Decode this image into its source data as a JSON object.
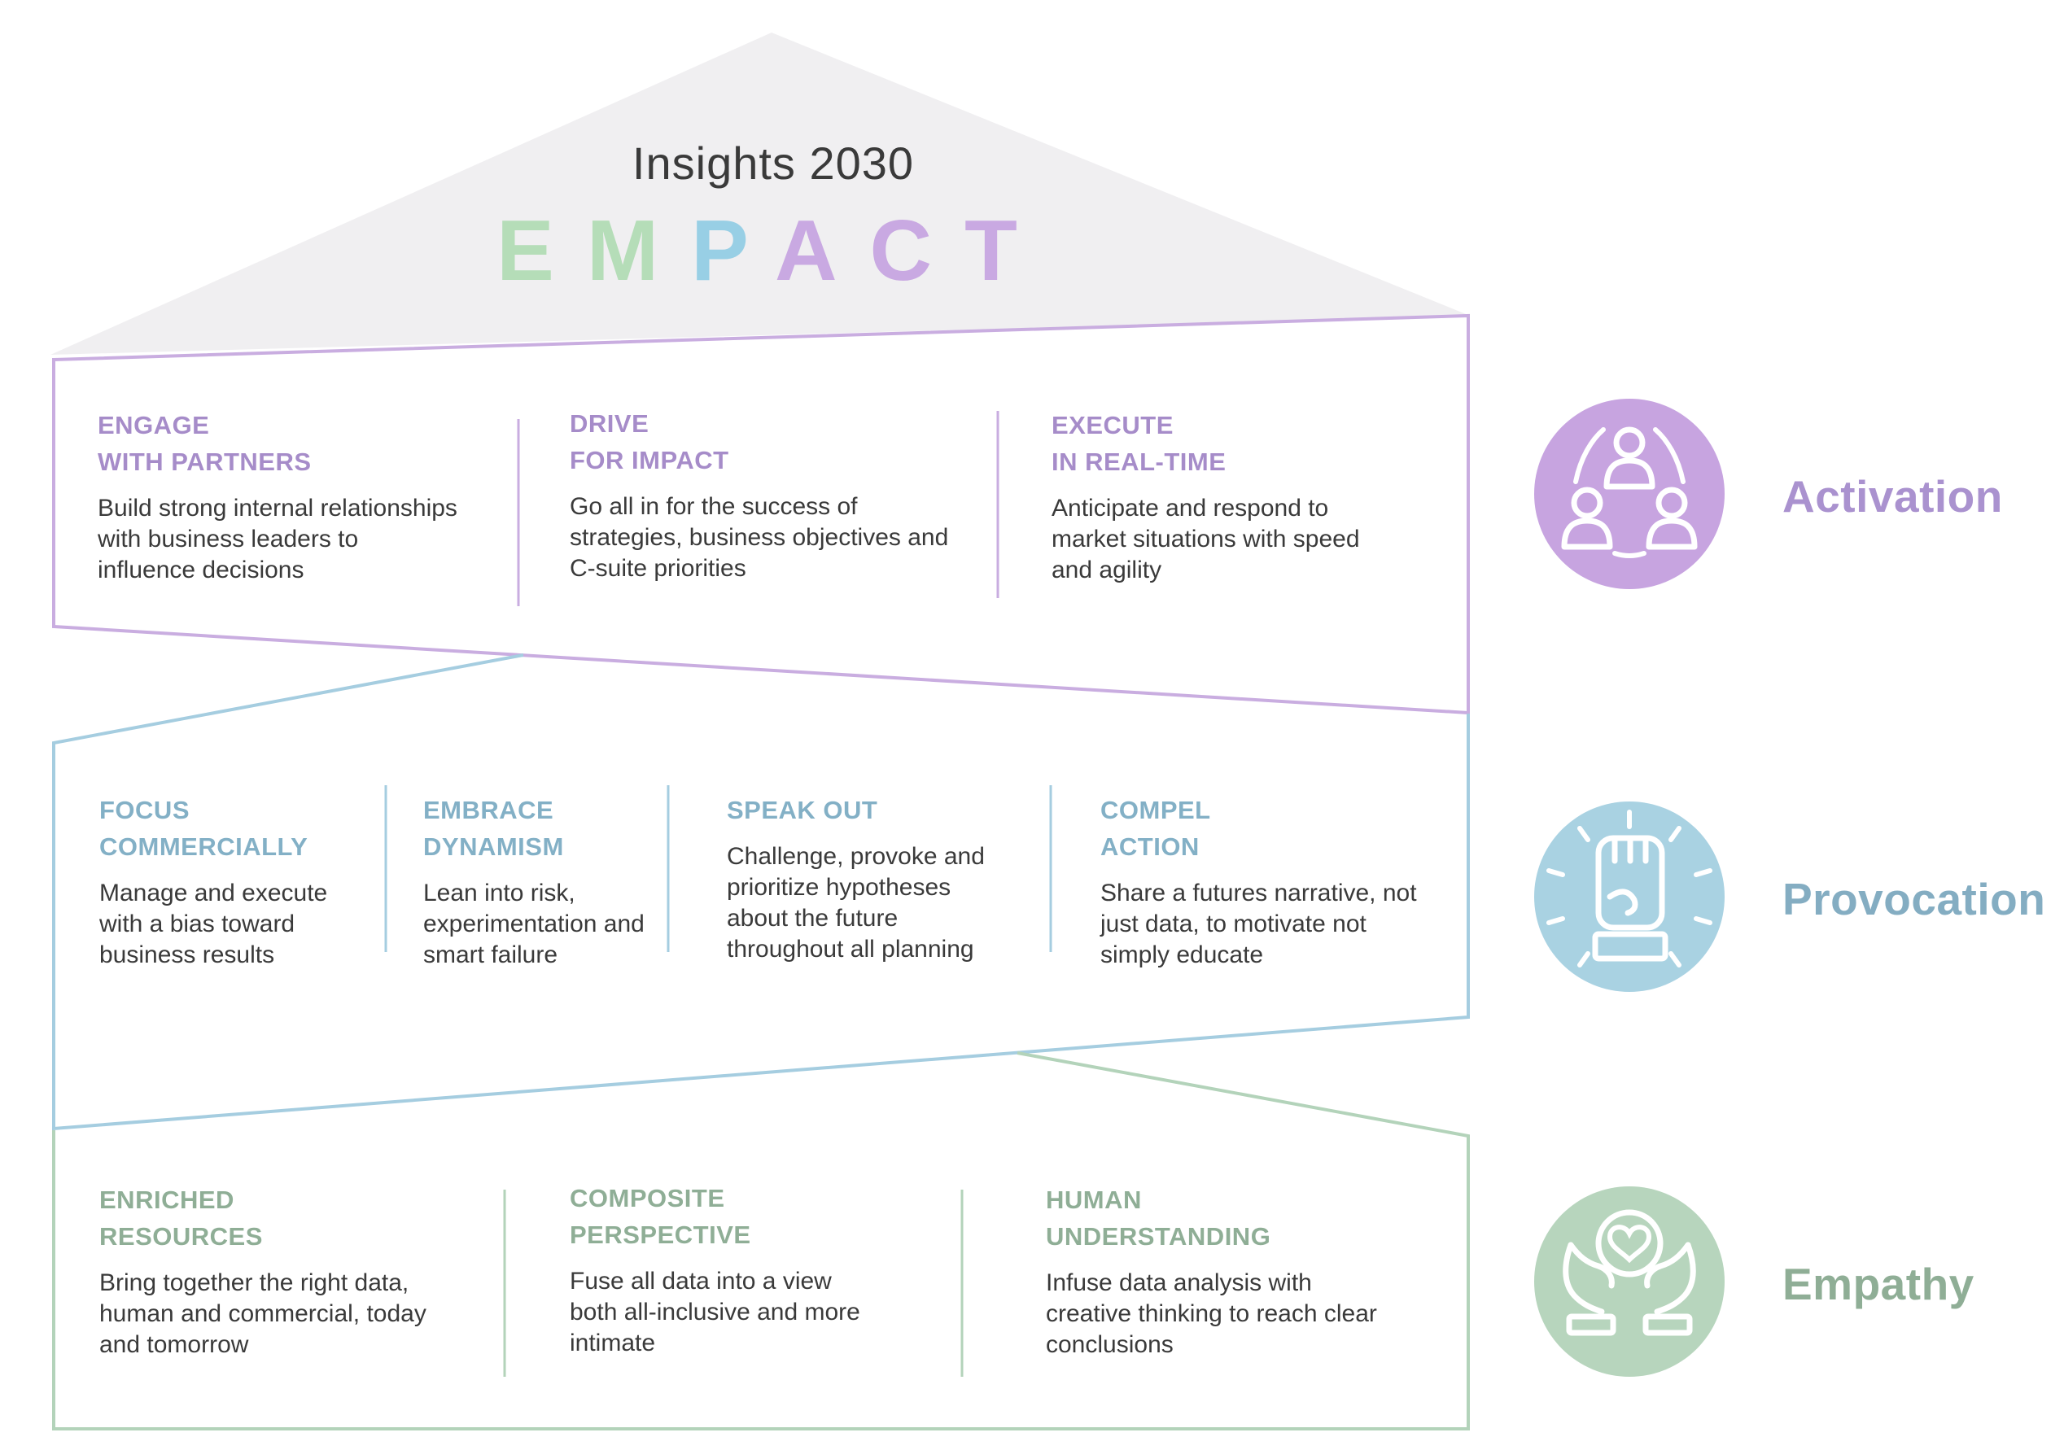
{
  "roof": {
    "title": "Insights 2030",
    "fill": "#f0eff1",
    "brand": {
      "letters": [
        {
          "ch": "E",
          "color": "#b5ddb8"
        },
        {
          "ch": "M",
          "color": "#b5ddb8"
        },
        {
          "ch": "P",
          "color": "#98cfe5"
        },
        {
          "ch": "A",
          "color": "#c9a9e2"
        },
        {
          "ch": "C",
          "color": "#c9a9e2"
        },
        {
          "ch": "T",
          "color": "#c9a9e2"
        }
      ]
    }
  },
  "text_color": "#3a3a3a",
  "bands": [
    {
      "name": "Activation",
      "icon": "people-network-icon",
      "accent": "#a68cc9",
      "border": "#c9ade0",
      "circle_fill": "#c7a4e0",
      "label_color": "#aa92cf",
      "items": [
        {
          "title_lines": [
            "ENGAGE",
            "WITH PARTNERS"
          ],
          "body_lines": [
            "Build strong internal relationships",
            "with business leaders to",
            "influence decisions"
          ]
        },
        {
          "title_lines": [
            "DRIVE",
            "FOR IMPACT"
          ],
          "body_lines": [
            "Go all in for the success of",
            "strategies, business objectives and",
            "C-suite priorities"
          ]
        },
        {
          "title_lines": [
            "EXECUTE",
            "IN REAL-TIME"
          ],
          "body_lines": [
            "Anticipate and respond to",
            "market situations with speed",
            "and agility"
          ]
        }
      ]
    },
    {
      "name": "Provocation",
      "icon": "raised-fist-icon",
      "accent": "#83b0c6",
      "border": "#a5cde0",
      "circle_fill": "#a9d2e2",
      "label_color": "#84adc2",
      "items": [
        {
          "title_lines": [
            "FOCUS",
            "COMMERCIALLY"
          ],
          "body_lines": [
            "Manage and execute",
            "with a bias toward",
            "business results"
          ]
        },
        {
          "title_lines": [
            "EMBRACE",
            "DYNAMISM"
          ],
          "body_lines": [
            "Lean into risk,",
            "experimentation and",
            "smart failure"
          ]
        },
        {
          "title_lines": [
            "SPEAK OUT"
          ],
          "body_lines": [
            "Challenge, provoke and",
            "prioritize hypotheses",
            "about the future",
            "throughout all planning"
          ]
        },
        {
          "title_lines": [
            "COMPEL",
            "ACTION"
          ],
          "body_lines": [
            "Share a futures narrative, not",
            "just data, to motivate not",
            "simply educate"
          ]
        }
      ]
    },
    {
      "name": "Empathy",
      "icon": "hands-heart-icon",
      "accent": "#8fae96",
      "border": "#b3d3ba",
      "circle_fill": "#b7d5bd",
      "label_color": "#8fae96",
      "items": [
        {
          "title_lines": [
            "ENRICHED",
            "RESOURCES"
          ],
          "body_lines": [
            "Bring together the right data,",
            "human and commercial, today",
            "and tomorrow"
          ]
        },
        {
          "title_lines": [
            "COMPOSITE",
            "PERSPECTIVE"
          ],
          "body_lines": [
            "Fuse all data into a view",
            "both all-inclusive and more",
            "intimate"
          ]
        },
        {
          "title_lines": [
            "HUMAN",
            "UNDERSTANDING"
          ],
          "body_lines": [
            "Infuse data analysis with",
            "creative thinking to reach clear",
            "conclusions"
          ]
        }
      ]
    }
  ]
}
